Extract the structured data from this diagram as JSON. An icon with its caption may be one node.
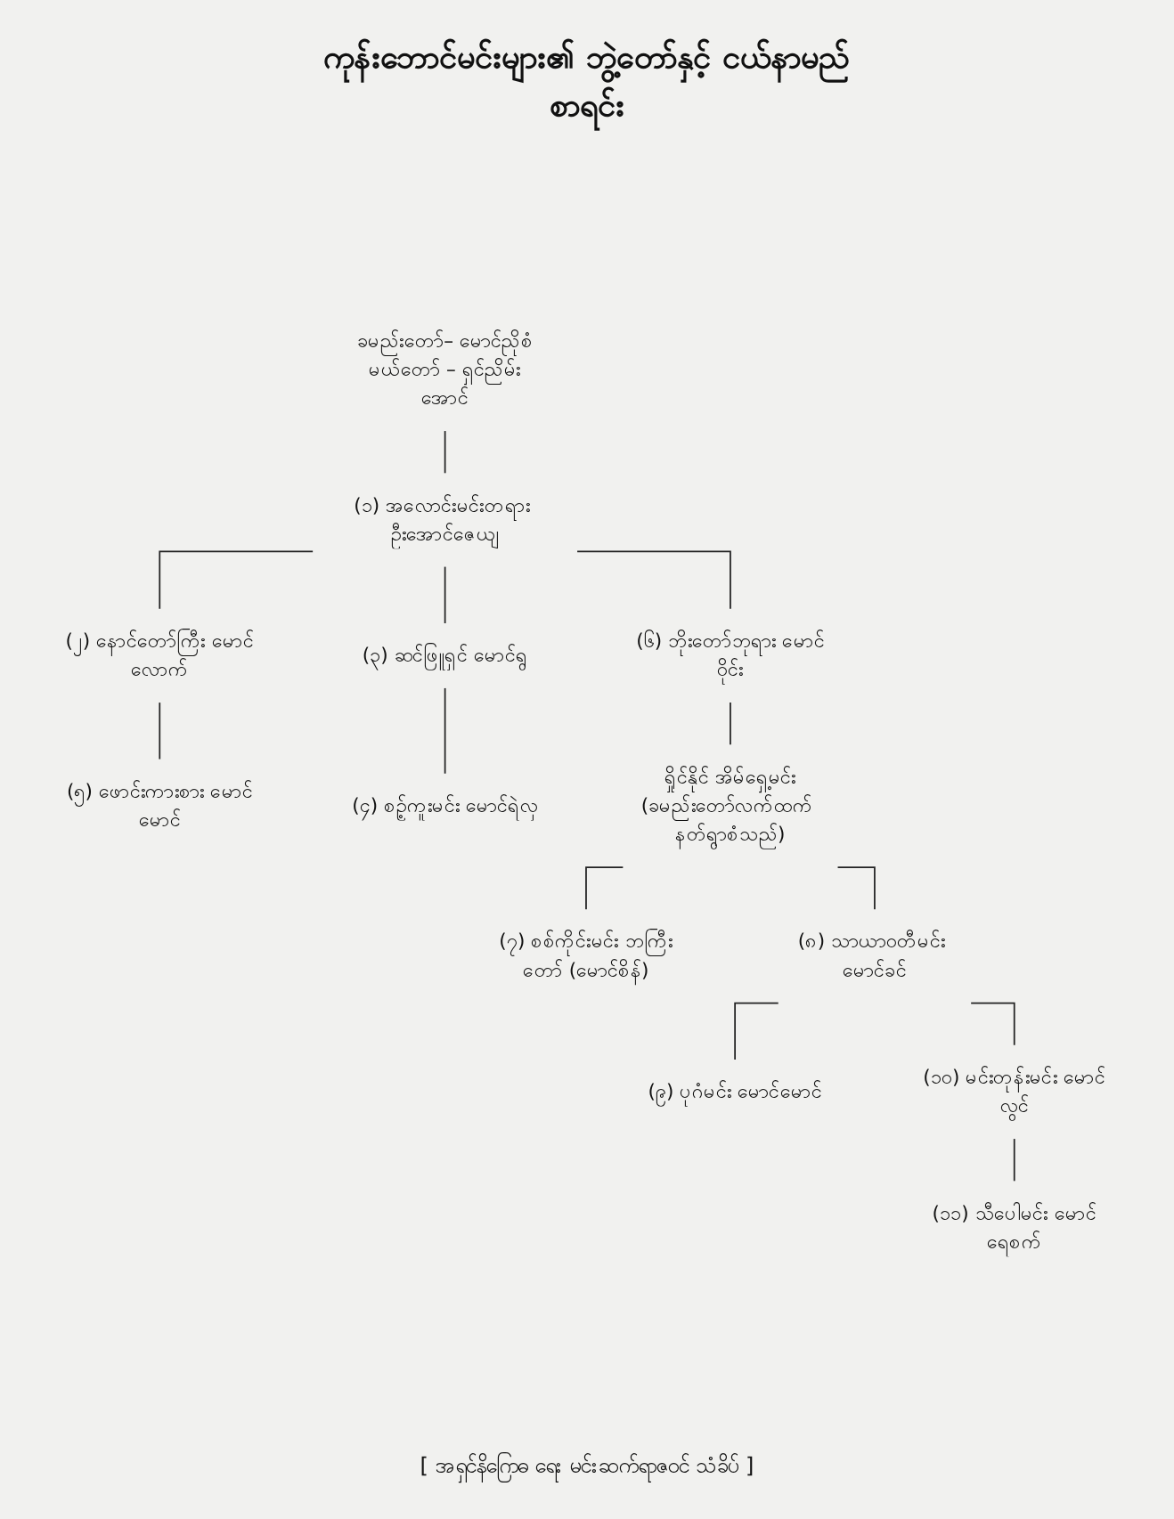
{
  "diagram": {
    "title": "ကုန်းဘောင်မင်းများ၏ ဘွဲ့တော်နှင့် ငယ်နာမည် စာရင်း",
    "caption": "[ အရှင်နိဂြောဓ ရေး မင်းဆက်ရာဇဝင် သံခိပ် ]",
    "nodes": [
      {
        "text": [
          "ခမည်းတော်– မောင်ညိုစံ",
          "မယ်တော် – ရှင်ညိမ်းအောင်"
        ]
      },
      {
        "text": [
          "(၁) အလောင်းမင်းတရား ဦးအောင်ဇေယျ"
        ]
      },
      {
        "text": [
          "(၂) နောင်တော်ကြီး မောင်လောက်"
        ]
      },
      {
        "text": [
          "(၃) ဆင်ဖြူရှင် မောင်ရွ"
        ]
      },
      {
        "text": [
          "(၅) ဖောင်းကားစား မောင်မောင်"
        ]
      },
      {
        "text": [
          "(၄) စဉ့်ကူးမင်း မောင်ရဲလှ"
        ]
      },
      {
        "text": [
          "(၆) ဘိုးတော်ဘုရား မောင်ဝိုင်း"
        ]
      },
      {
        "text": [
          "ရှိုင်နိုင် အိမ်ရှေ့မင်း",
          "(ခမည်းတော်လက်ထက် နတ်ရွာစံသည်)"
        ]
      },
      {
        "text": [
          "(၇) စစ်ကိုင်းမင်း ဘကြီးတော် (မောင်စိန်)"
        ]
      },
      {
        "text": [
          "(၈) သာယာဝတီမင်း မောင်ခင်"
        ]
      },
      {
        "text": [
          "(၉) ပုဂံမင်း မောင်မောင်"
        ]
      },
      {
        "text": [
          "(၁၀) မင်းတုန်းမင်း မောင်လွင်"
        ]
      },
      {
        "text": [
          "(၁၁) သီပေါမင်း မောင်ရေစက်"
        ]
      }
    ],
    "edges": [
      {
        "from": 0,
        "to": 1,
        "arrow": "none"
      },
      {
        "from": 1,
        "to": 2,
        "arrow": "none"
      },
      {
        "from": 1,
        "to": 3,
        "arrow": "none"
      },
      {
        "from": 1,
        "to": 6,
        "arrow": "none"
      },
      {
        "from": 2,
        "to": 4,
        "arrow": "none"
      },
      {
        "from": 3,
        "to": 5,
        "arrow": "none"
      },
      {
        "from": 6,
        "to": 7,
        "arrow": "none"
      },
      {
        "from": 7,
        "to": 8,
        "arrow": "none"
      },
      {
        "from": 7,
        "to": 9,
        "arrow": "none"
      },
      {
        "from": 9,
        "to": 10,
        "arrow": "none"
      },
      {
        "from": 9,
        "to": 11,
        "arrow": "none"
      },
      {
        "from": 11,
        "to": 12,
        "arrow": "none"
      }
    ]
  }
}
